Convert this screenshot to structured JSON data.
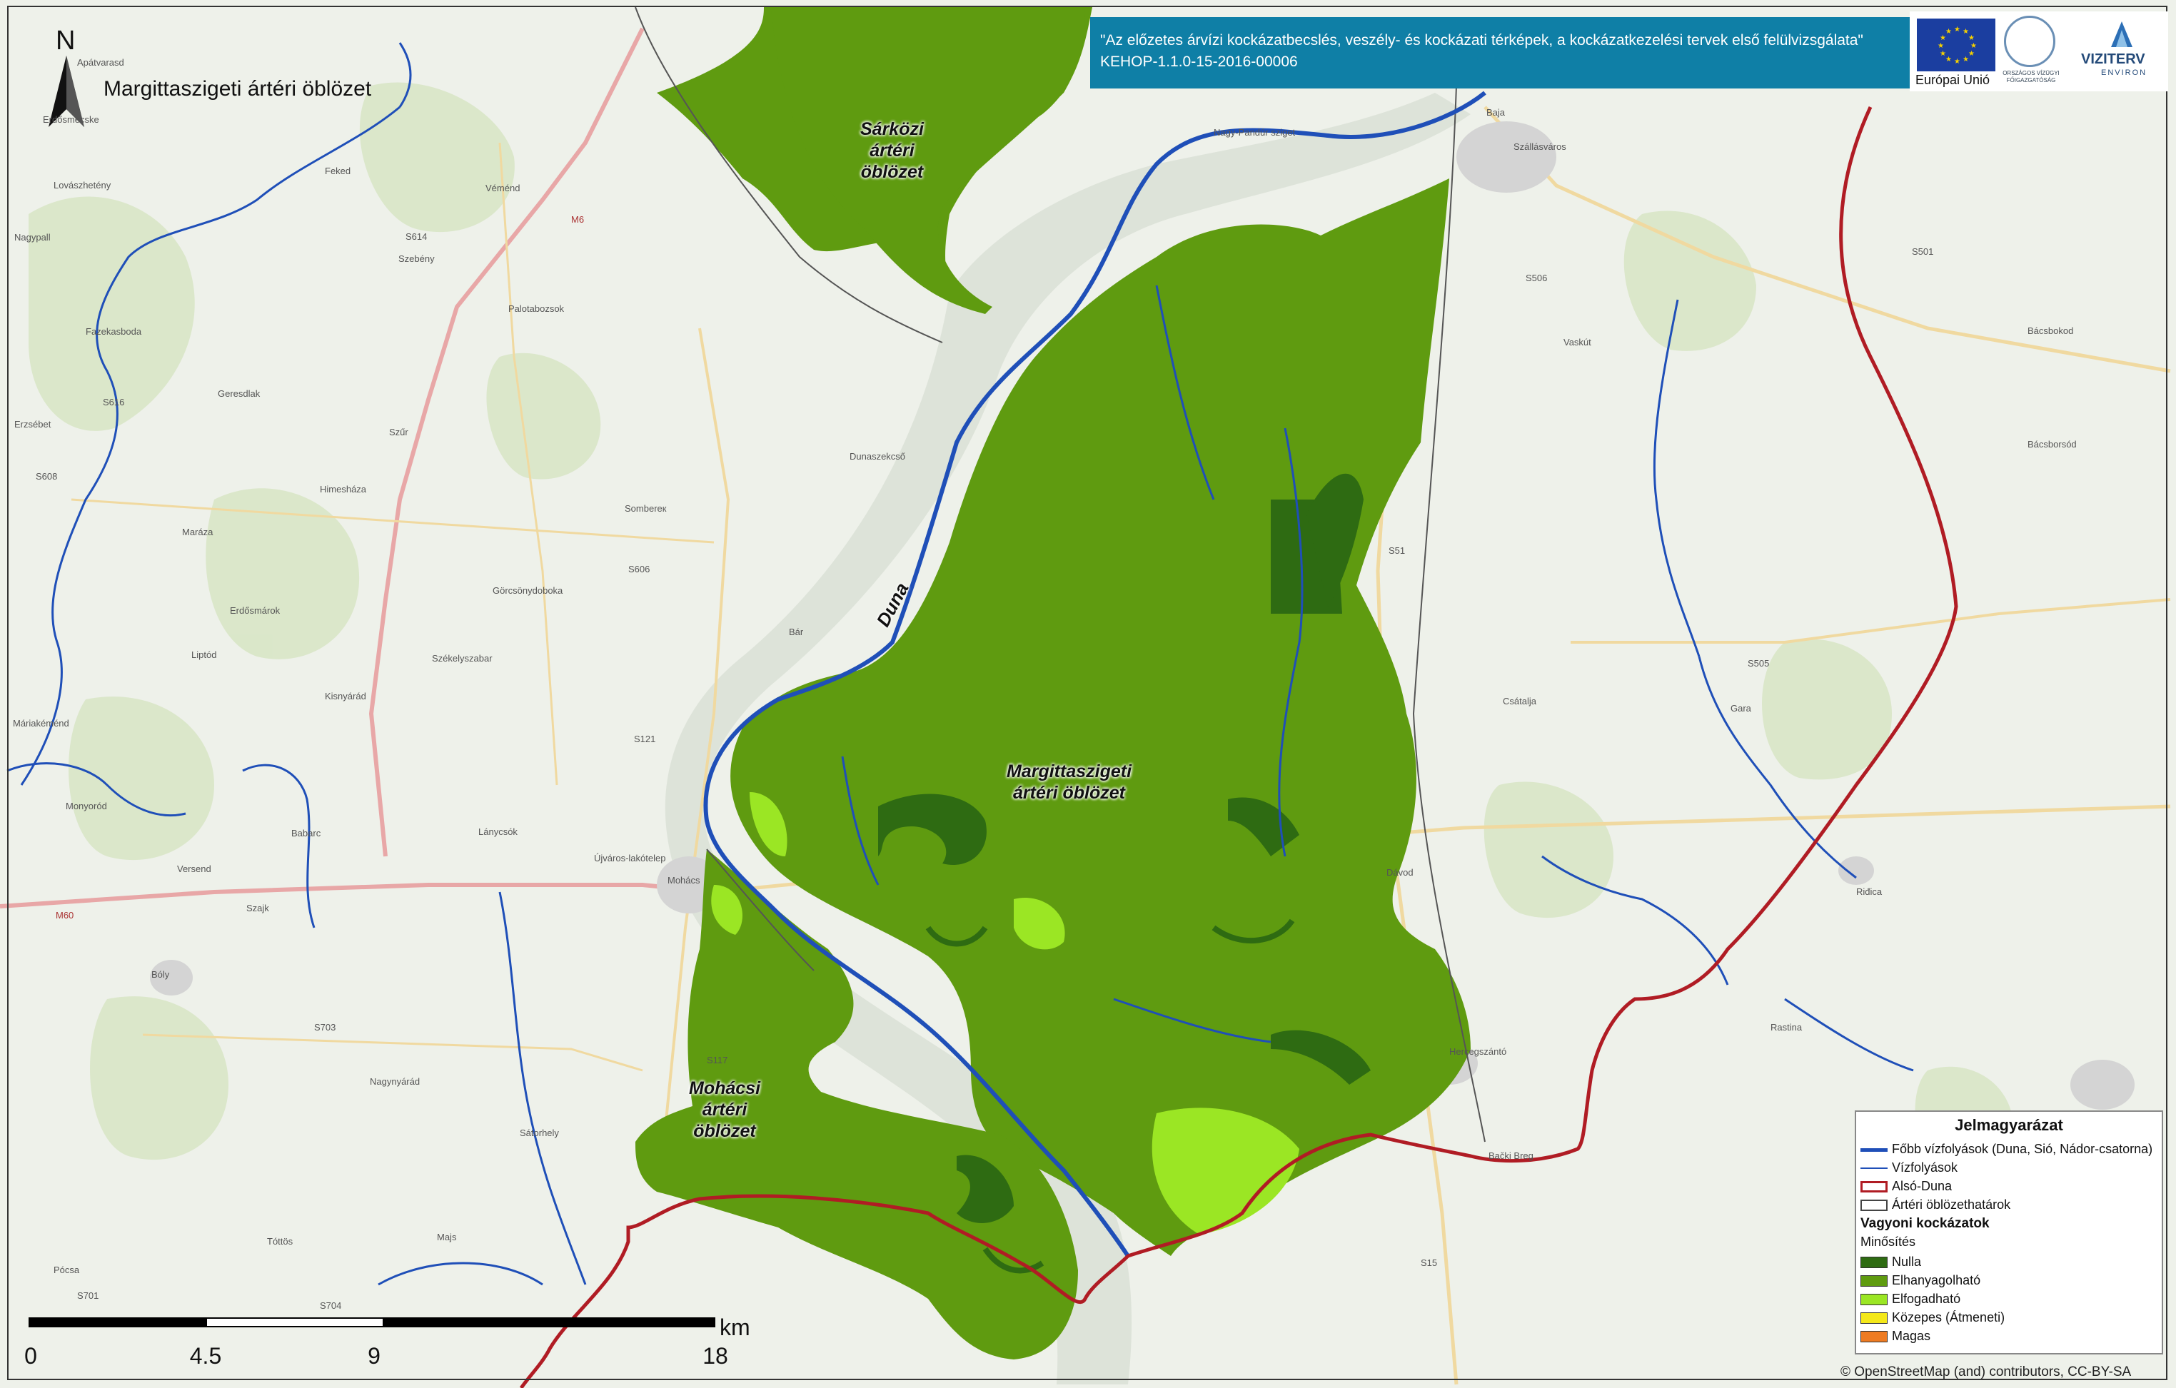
{
  "map": {
    "title": "Margittaszigeti ártéri öblözet",
    "north": "N",
    "project_line1": "\"Az előzetes árvízi kockázatbecslés, veszély- és kockázati térképek, a kockázatkezelési tervek első felülvizsgálata\"",
    "project_line2": "KEHOP-1.1.0-15-2016-00006",
    "eu_label": "Európai Unió",
    "ovf_label": "ORSZÁGOS VÍZÜGYI FŐIGAZGATÓSÁG",
    "viziterv_label": "VIZITERV",
    "viziterv_sub": "ENVIRON",
    "river_label": "Duna",
    "attribution": "© OpenStreetMap (and) contributors, CC-BY-SA"
  },
  "areas": [
    {
      "label1": "Sárközi",
      "label2": "ártéri",
      "label3": "öblözet"
    },
    {
      "label1": "Margittaszigeti",
      "label2": "ártéri öblözet"
    },
    {
      "label1": "Mohácsi",
      "label2": "ártéri",
      "label3": "öblözet"
    }
  ],
  "places": [
    "Apátvarasd",
    "Erdősmecske",
    "Feked",
    "Lovászhetény",
    "Véménd",
    "Nagypall",
    "Szebény",
    "Palotabozsok",
    "Fazekasboda",
    "Geresdlak",
    "Erzsébet",
    "Himesháza",
    "Szűr",
    "Máriakéménd",
    "Maráza",
    "Erdősmárok",
    "Görcsönydoboka",
    "Székelyszabar",
    "Liptód",
    "Kisnyárád",
    "Monyoród",
    "Babarc",
    "Lánycsók",
    "Versend",
    "Szajk",
    "Bóly",
    "Nagynyárád",
    "Sátorhely",
    "Majs",
    "Tóttös",
    "Pócsa",
    "Sombereк",
    "Dunaszekcső",
    "Bár",
    "Újváros-lakótelep",
    "Mohács",
    "Baja",
    "Szállásváros",
    "Vaskút",
    "Bácsbokod",
    "Bácsborsód",
    "Csátalja",
    "Gara",
    "Dávod",
    "Hercegszántó",
    "Bački Breg",
    "Nagy-Pandúr sziget",
    "Rastina",
    "Riđica"
  ],
  "roads": [
    "M6",
    "M60",
    "S614",
    "S616",
    "S608",
    "S606",
    "S121",
    "S703",
    "S701",
    "S704",
    "S51",
    "S505",
    "S506",
    "S501",
    "S117",
    "S15"
  ],
  "legend": {
    "title": "Jelmagyarázat",
    "items": [
      {
        "label": "Főbb vízfolyások (Duna, Sió, Nádor-csatorna)",
        "color": "#1f4fb8",
        "kind": "thick-line"
      },
      {
        "label": "Vízfolyások",
        "color": "#1f4fb8",
        "kind": "thin-line"
      },
      {
        "label": "Alsó-Duna",
        "color": "#b01c24",
        "kind": "outline-red"
      },
      {
        "label": "Ártéri öblözethatárok",
        "color": "#444444",
        "kind": "outline-gray"
      }
    ],
    "section": "Vagyoni kockázatok",
    "subsection": "Minősítés",
    "classes": [
      {
        "label": "Nulla",
        "color": "#2e6b12"
      },
      {
        "label": "Elhanyagolható",
        "color": "#5f9b10"
      },
      {
        "label": "Elfogadható",
        "color": "#9be624"
      },
      {
        "label": "Közepes (Átmeneti)",
        "color": "#f4e81a"
      },
      {
        "label": "Magas",
        "color": "#ee7b22"
      }
    ]
  },
  "scalebar": {
    "labels": [
      "0",
      "4.5",
      "9",
      "18"
    ],
    "unit": "km"
  },
  "colors": {
    "main_green": "#5f9b10",
    "dark_green": "#2e6b12",
    "light_green": "#9be624",
    "river_blue": "#1f4fb8",
    "border_red": "#b01c24",
    "banner_teal": "#0f7fa6"
  }
}
